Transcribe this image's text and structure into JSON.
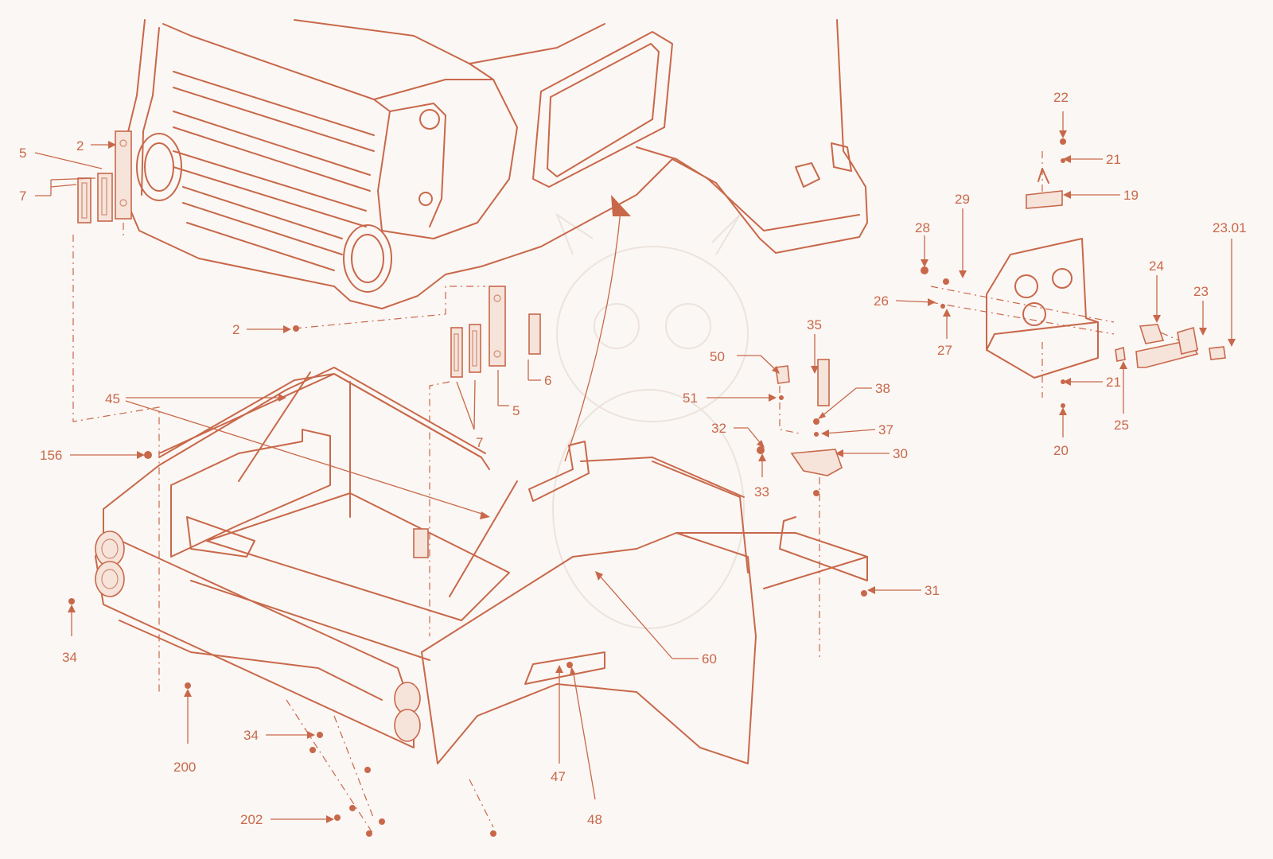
{
  "callouts": [
    {
      "id": "2a",
      "label": "2"
    },
    {
      "id": "5a",
      "label": "5"
    },
    {
      "id": "7a",
      "label": "7"
    },
    {
      "id": "2b",
      "label": "2"
    },
    {
      "id": "45",
      "label": "45"
    },
    {
      "id": "156",
      "label": "156"
    },
    {
      "id": "34a",
      "label": "34"
    },
    {
      "id": "200",
      "label": "200"
    },
    {
      "id": "34b",
      "label": "34"
    },
    {
      "id": "202",
      "label": "202"
    },
    {
      "id": "6",
      "label": "6"
    },
    {
      "id": "5b",
      "label": "5"
    },
    {
      "id": "7b",
      "label": "7"
    },
    {
      "id": "60",
      "label": "60"
    },
    {
      "id": "47",
      "label": "47"
    },
    {
      "id": "48",
      "label": "48"
    },
    {
      "id": "50",
      "label": "50"
    },
    {
      "id": "51",
      "label": "51"
    },
    {
      "id": "35",
      "label": "35"
    },
    {
      "id": "38",
      "label": "38"
    },
    {
      "id": "37",
      "label": "37"
    },
    {
      "id": "32",
      "label": "32"
    },
    {
      "id": "30",
      "label": "30"
    },
    {
      "id": "33",
      "label": "33"
    },
    {
      "id": "31",
      "label": "31"
    },
    {
      "id": "22",
      "label": "22"
    },
    {
      "id": "21a",
      "label": "21"
    },
    {
      "id": "19",
      "label": "19"
    },
    {
      "id": "29",
      "label": "29"
    },
    {
      "id": "28",
      "label": "28"
    },
    {
      "id": "2301",
      "label": "23.01"
    },
    {
      "id": "24",
      "label": "24"
    },
    {
      "id": "23",
      "label": "23"
    },
    {
      "id": "26",
      "label": "26"
    },
    {
      "id": "27",
      "label": "27"
    },
    {
      "id": "21b",
      "label": "21"
    },
    {
      "id": "25",
      "label": "25"
    },
    {
      "id": "20",
      "label": "20"
    }
  ],
  "colors": {
    "line": "#c8684a",
    "background": "#fbf7f4",
    "fill": "#f6e4db"
  }
}
